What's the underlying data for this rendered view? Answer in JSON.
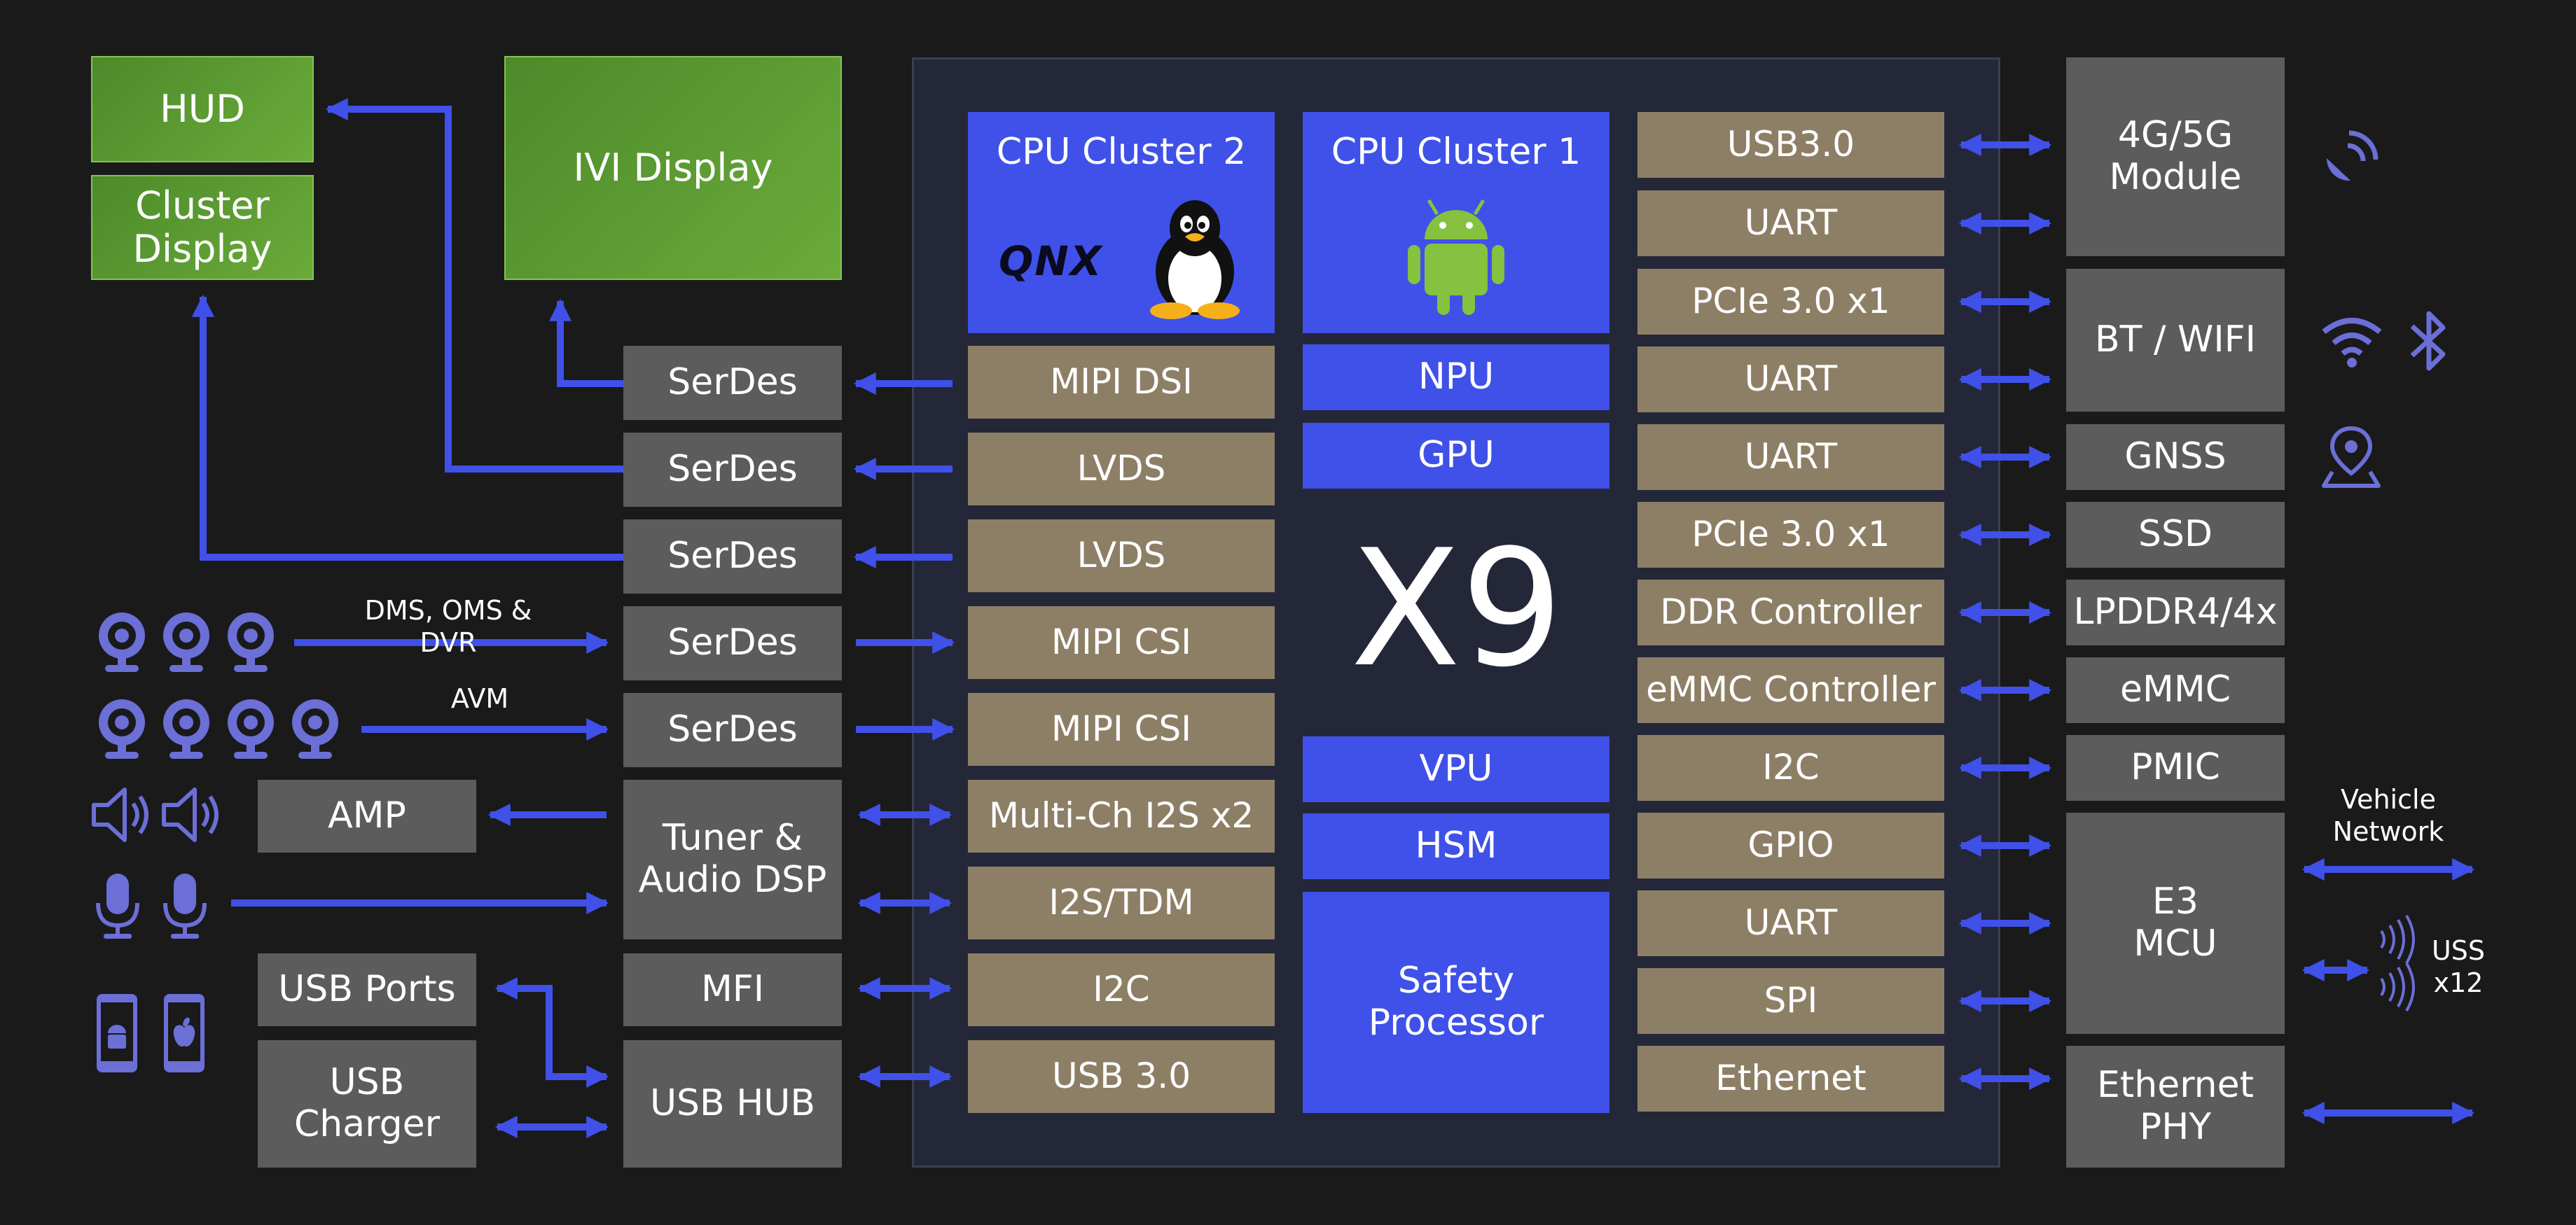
{
  "title": "X9",
  "colors": {
    "wire": "#3f51e8",
    "grey_block": "#5c5c5c",
    "tan_block": "#8d7f66",
    "blue_block": "#3f51e8",
    "display": "#6aab3a",
    "icon": "#6b6fd6"
  },
  "displays": {
    "hud": "HUD",
    "cluster": "Cluster\nDisplay",
    "ivi": "IVI Display"
  },
  "cpu": {
    "cluster2": "CPU Cluster 2",
    "qnx": "QNX",
    "cluster1": "CPU Cluster 1"
  },
  "soc_left": [
    "MIPI DSI",
    "LVDS",
    "LVDS",
    "MIPI CSI",
    "MIPI CSI",
    "Multi-Ch I2S x2",
    "I2S/TDM",
    "I2C",
    "USB 3.0"
  ],
  "soc_center": {
    "npu": "NPU",
    "gpu": "GPU",
    "vpu": "VPU",
    "hsm": "HSM",
    "safety": "Safety\nProcessor"
  },
  "soc_right": [
    "USB3.0",
    "UART",
    "PCIe 3.0 x1",
    "UART",
    "UART",
    "PCIe 3.0 x1",
    "DDR Controller",
    "eMMC Controller",
    "I2C",
    "GPIO",
    "UART",
    "SPI",
    "Ethernet"
  ],
  "left_blocks": {
    "serdes": [
      "SerDes",
      "SerDes",
      "SerDes",
      "SerDes",
      "SerDes"
    ],
    "tuner": "Tuner &\nAudio DSP",
    "mfi": "MFI",
    "usb_hub": "USB HUB",
    "amp": "AMP",
    "usb_ports": "USB Ports",
    "usb_charger": "USB\nCharger"
  },
  "right_blocks": {
    "modem": "4G/5G\nModule",
    "btwifi": "BT / WIFI",
    "gnss": "GNSS",
    "ssd": "SSD",
    "lpddr": "LPDDR4/4x",
    "emmc": "eMMC",
    "pmic": "PMIC",
    "mcu": "E3\nMCU",
    "ephy": "Ethernet\nPHY"
  },
  "labels": {
    "dms": "DMS, OMS & DVR",
    "avm": "AVM",
    "vehicle_network": "Vehicle\nNetwork",
    "uss": "USS\nx12"
  },
  "icons": [
    "camera-icon",
    "speaker-icon",
    "microphone-icon",
    "phone-android-icon",
    "phone-apple-icon",
    "satellite-icon",
    "wifi-icon",
    "bluetooth-icon",
    "location-pin-icon",
    "ultrasonic-icon",
    "penguin-icon",
    "android-robot-icon"
  ]
}
